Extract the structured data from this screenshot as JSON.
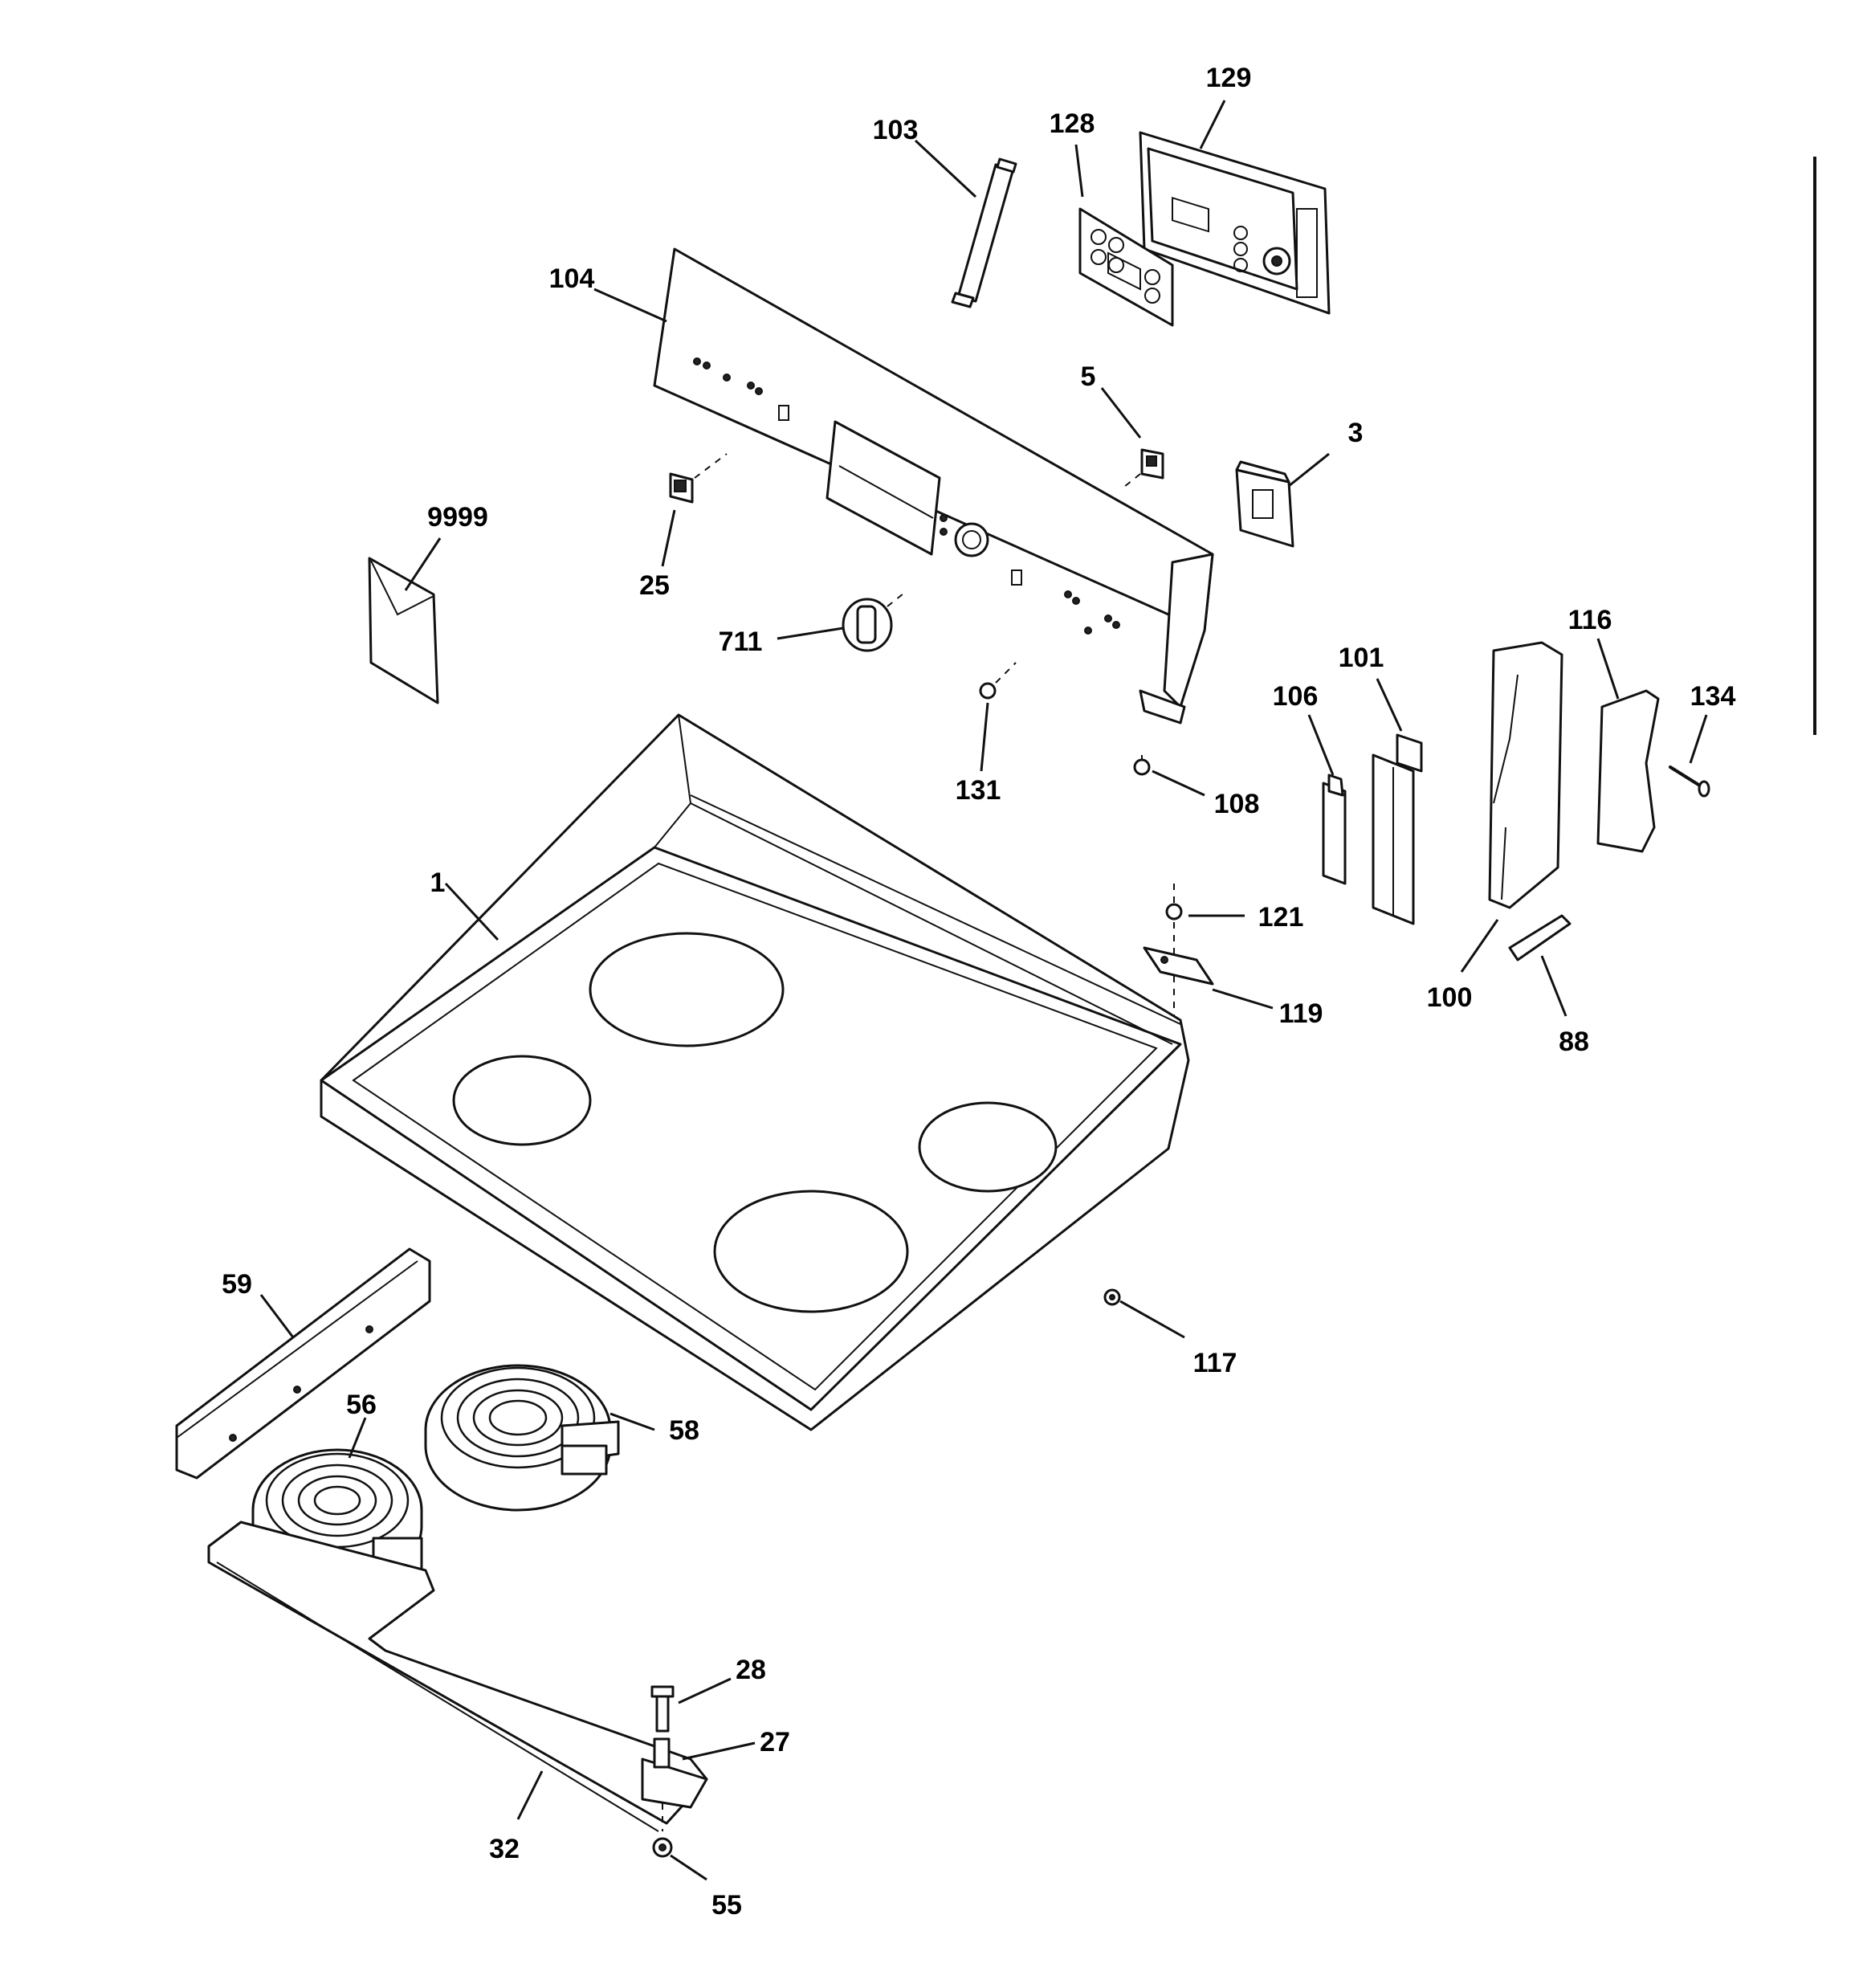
{
  "diagram": {
    "callouts": [
      "129",
      "103",
      "128",
      "104",
      "5",
      "3",
      "9999",
      "25",
      "711",
      "116",
      "101",
      "134",
      "106",
      "131",
      "108",
      "1",
      "121",
      "119",
      "100",
      "88",
      "59",
      "117",
      "56",
      "58",
      "28",
      "27",
      "32",
      "55"
    ]
  }
}
